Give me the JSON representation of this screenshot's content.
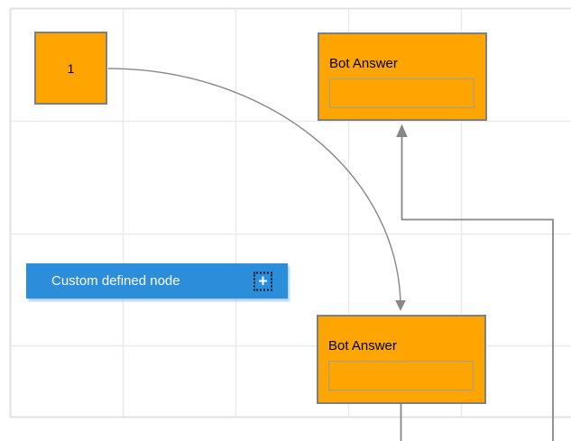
{
  "nodes": {
    "start": {
      "label": "1"
    },
    "bot_answer_top": {
      "title": "Bot Answer",
      "answer_value": ""
    },
    "bot_answer_bottom": {
      "title": "Bot Answer",
      "answer_value": ""
    },
    "custom": {
      "label": "Custom defined node",
      "plus_icon": {
        "name": "plus-icon",
        "glyph": "+"
      }
    }
  },
  "connectors": [
    {
      "id": "curved",
      "from": "start-node",
      "to": "bot-answer-bottom",
      "style": "curved",
      "arrow": "target"
    },
    {
      "id": "orthogonal",
      "from": "bottom-edge",
      "to": "bot-answer-top",
      "style": "orthogonal",
      "arrow": "target"
    },
    {
      "id": "stub",
      "from": "bot-answer-bottom",
      "direction": "down",
      "style": "straight",
      "arrow": "none"
    }
  ],
  "colors": {
    "node_fill": "#FFA502",
    "node_border": "#7F7F7F",
    "inner_border": "#9C9C9C",
    "label": "#000000",
    "connector": "#878787",
    "grid": "#EAEAEA",
    "grid_border": "#E2E2E2",
    "custom_node_fill": "#2C8DDB",
    "custom_node_text": "#FFFFFF",
    "custom_node_shadow": "rgba(110,165,220,0.55)"
  }
}
